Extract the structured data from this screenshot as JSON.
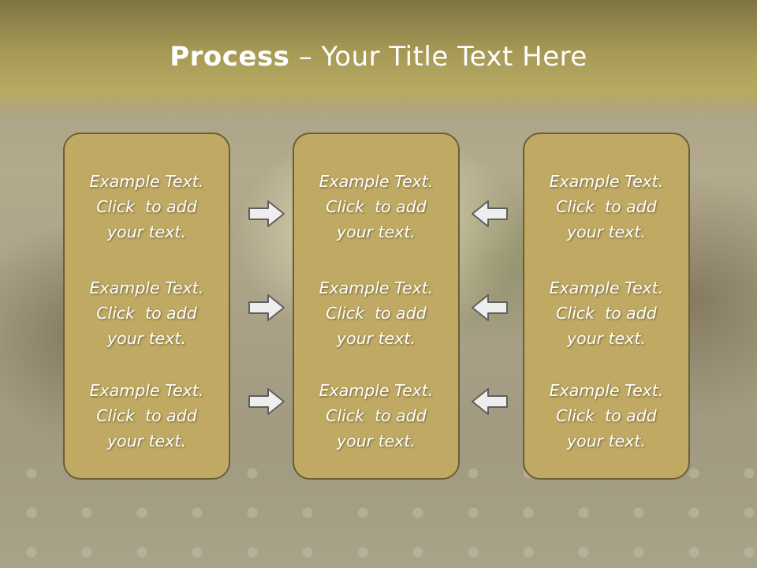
{
  "slide": {
    "title_bold": "Process",
    "title_rest": " – Your Title Text Here"
  },
  "columns": [
    {
      "items": [
        {
          "lines": [
            "Example Text.",
            "Click  to add",
            "your text."
          ]
        },
        {
          "lines": [
            "Example Text.",
            "Click  to add",
            "your text."
          ]
        },
        {
          "lines": [
            "Example Text.",
            "Click  to add",
            "your text."
          ]
        }
      ]
    },
    {
      "items": [
        {
          "lines": [
            "Example Text.",
            "Click  to add",
            "your text."
          ]
        },
        {
          "lines": [
            "Example Text.",
            "Click  to add",
            "your text."
          ]
        },
        {
          "lines": [
            "Example Text.",
            "Click  to add",
            "your text."
          ]
        }
      ]
    },
    {
      "items": [
        {
          "lines": [
            "Example Text.",
            "Click  to add",
            "your text."
          ]
        },
        {
          "lines": [
            "Example Text.",
            "Click  to add",
            "your text."
          ]
        },
        {
          "lines": [
            "Example Text.",
            "Click  to add",
            "your text."
          ]
        }
      ]
    }
  ],
  "arrows": {
    "left_group_direction": "right",
    "right_group_direction": "left",
    "icon": "outline-arrow-icon"
  },
  "colors": {
    "header": "#b7aa63",
    "panel_fill": "#bfa963",
    "panel_border": "#6b5f38",
    "text": "#ffffff",
    "arrow_fill": "#eeeeee",
    "arrow_stroke": "#5f5f5f"
  }
}
